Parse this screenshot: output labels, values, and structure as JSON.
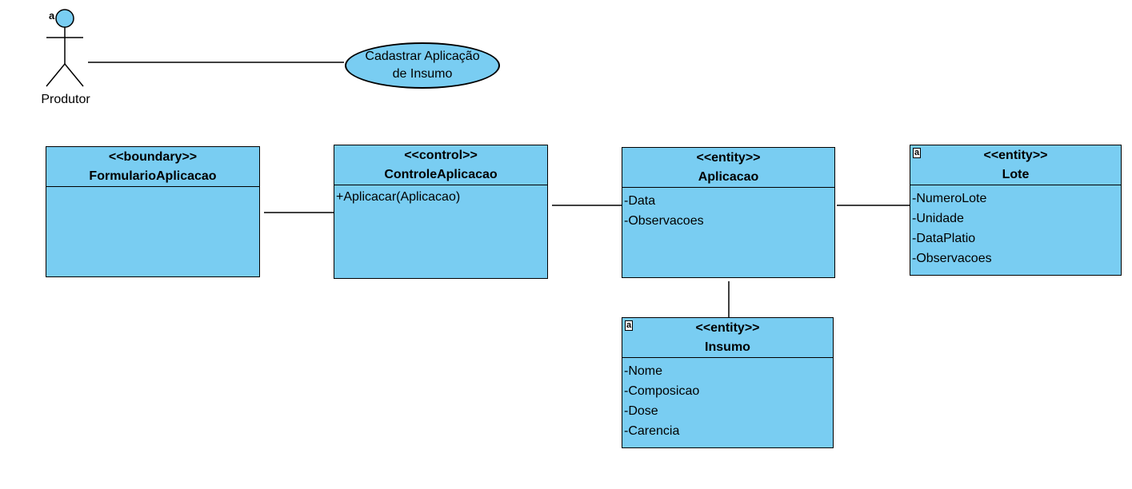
{
  "actor": {
    "name": "Produtor"
  },
  "use_case": {
    "line1": "Cadastrar Aplicação",
    "line2": "de Insumo"
  },
  "classes": {
    "formulario": {
      "stereotype": "<<boundary>>",
      "name": "FormularioAplicacao",
      "members": []
    },
    "controle": {
      "stereotype": "<<control>>",
      "name": "ControleAplicacao",
      "members": [
        "+Aplicacar(Aplicacao)"
      ]
    },
    "aplicacao": {
      "stereotype": "<<entity>>",
      "name": "Aplicacao",
      "members": [
        "-Data",
        "-Observacoes"
      ]
    },
    "lote": {
      "stereotype": "<<entity>>",
      "name": "Lote",
      "members": [
        "-NumeroLote",
        "-Unidade",
        "-DataPlatio",
        "-Observacoes"
      ]
    },
    "insumo": {
      "stereotype": "<<entity>>",
      "name": "Insumo",
      "members": [
        "-Nome",
        "-Composicao",
        "-Dose",
        "-Carencia"
      ]
    }
  },
  "colors": {
    "fill": "#79cdf2",
    "stroke": "#000000"
  }
}
